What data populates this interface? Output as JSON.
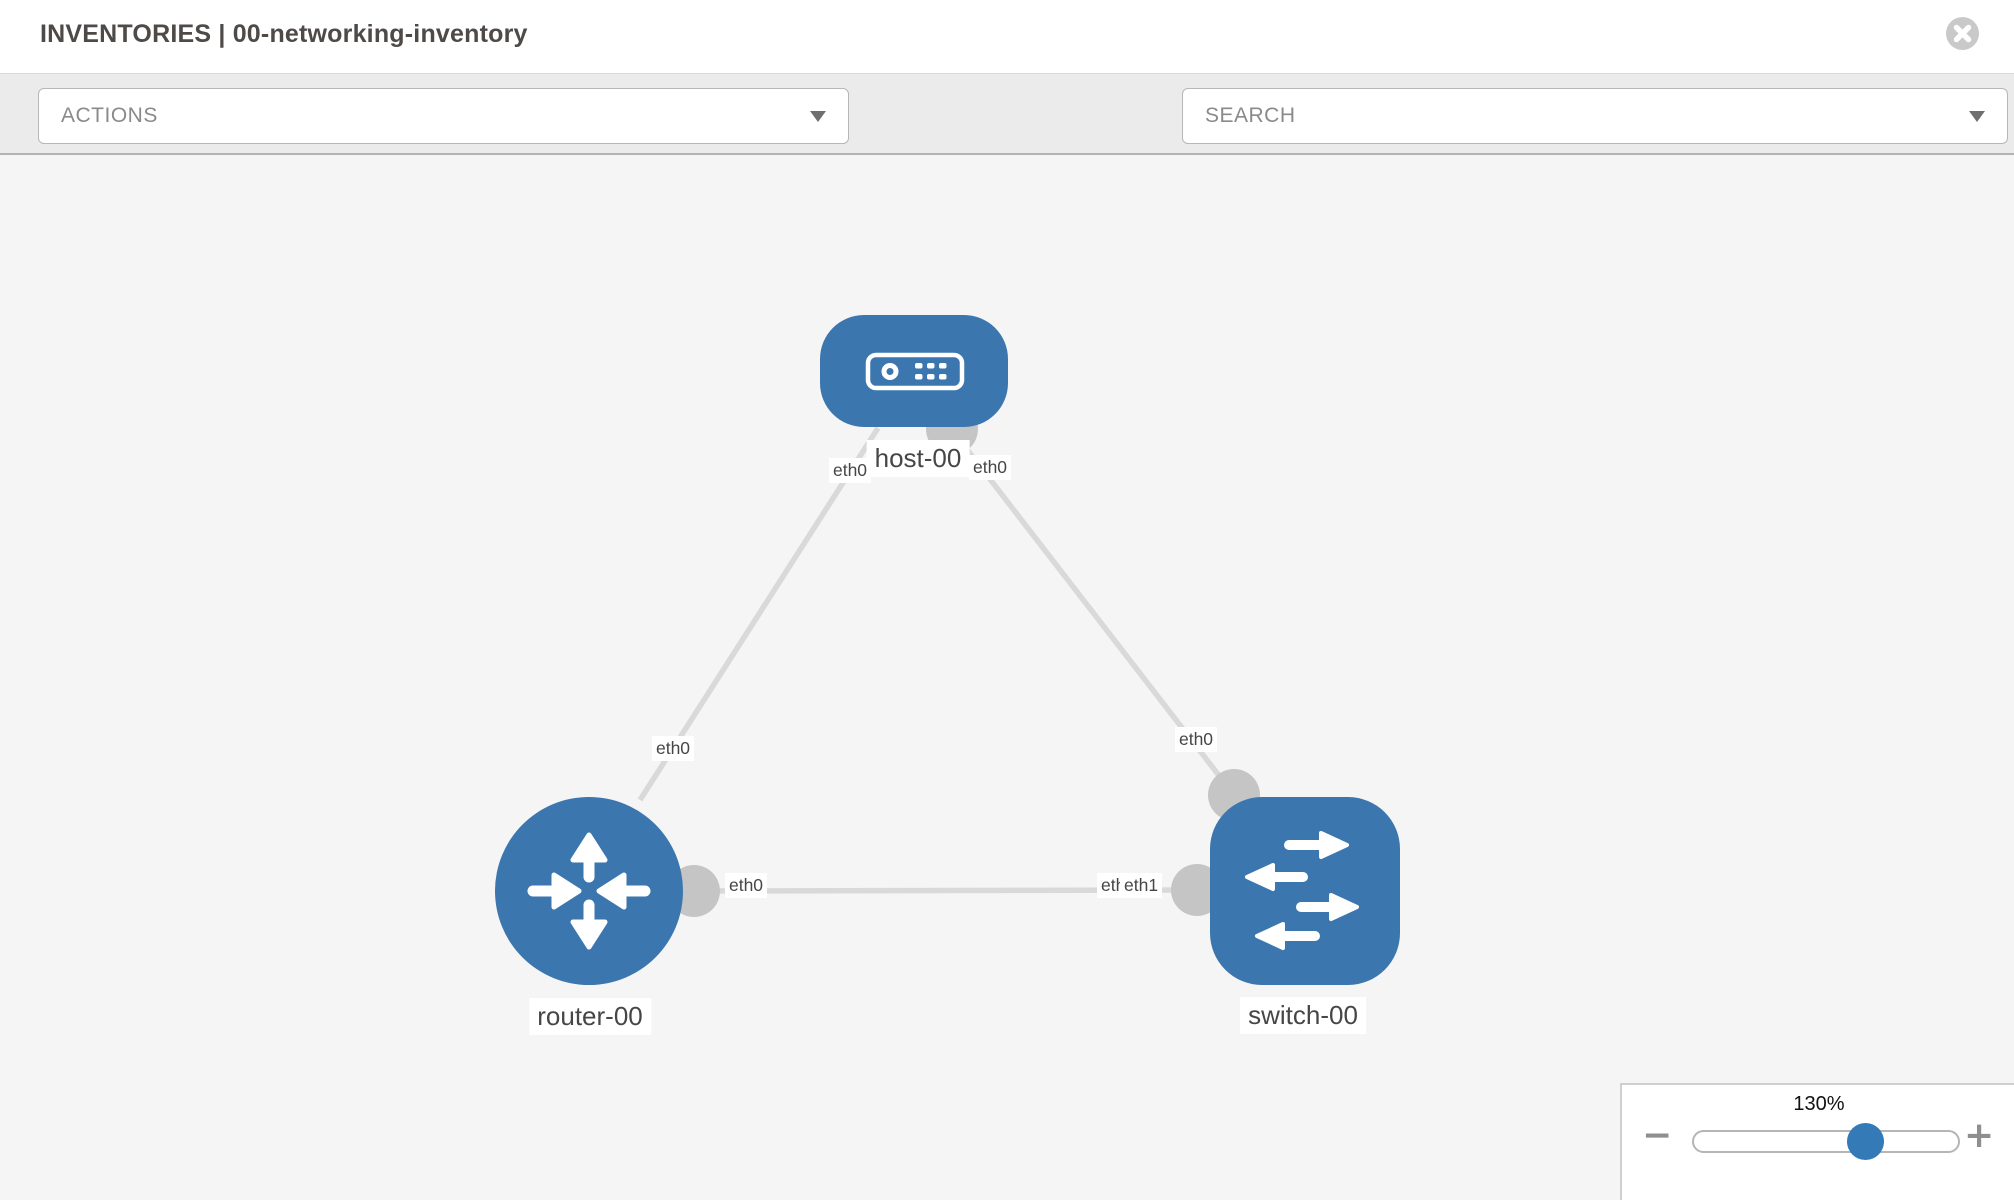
{
  "window": {
    "title": "INVENTORIES | 00-networking-inventory"
  },
  "toolbar": {
    "actions_label": "ACTIONS",
    "search_placeholder": "SEARCH"
  },
  "topology": {
    "nodes": [
      {
        "name": "host-00",
        "type": "host"
      },
      {
        "name": "router-00",
        "type": "router"
      },
      {
        "name": "switch-00",
        "type": "switch"
      }
    ],
    "links": [
      {
        "source": "host-00",
        "source_interface": "eth0",
        "target": "router-00",
        "target_interface": "eth0"
      },
      {
        "source": "host-00",
        "source_interface": "eth0",
        "target": "switch-00",
        "target_interface": "eth0"
      },
      {
        "source": "router-00",
        "source_interface": "eth0",
        "target": "switch-00",
        "target_interface": "eth1"
      }
    ],
    "overlapped_interface_label": "eth0"
  },
  "zoom_control": {
    "level": "130%",
    "minus_label": "−",
    "plus_label": "+"
  },
  "colors": {
    "node_blue": "#3b77ae",
    "slider_thumb_blue": "#337ab7",
    "link_gray": "#d9d9d9",
    "interface_dot_gray": "#c5c5c5",
    "canvas_bg": "#f5f5f5",
    "toolbar_bg": "#ebebeb"
  }
}
